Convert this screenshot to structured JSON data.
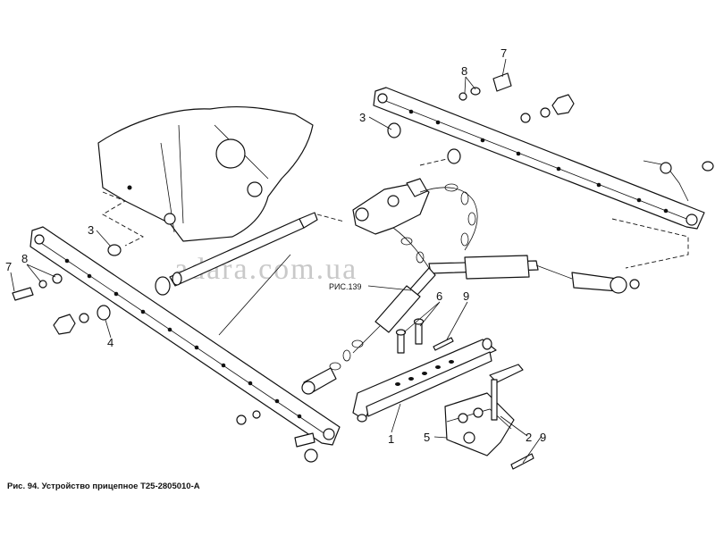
{
  "caption": "Рис. 94. Устройство прицепное Т25-2805010-А",
  "watermark": "adara.com.ua",
  "reference": "РИС.139",
  "labels": [
    "7",
    "8",
    "3",
    "3",
    "7",
    "8",
    "4",
    "6",
    "9",
    "1",
    "5",
    "2",
    "9"
  ],
  "colors": {
    "line": "#111111",
    "watermark": "#c9c9c9",
    "background": "#ffffff"
  }
}
